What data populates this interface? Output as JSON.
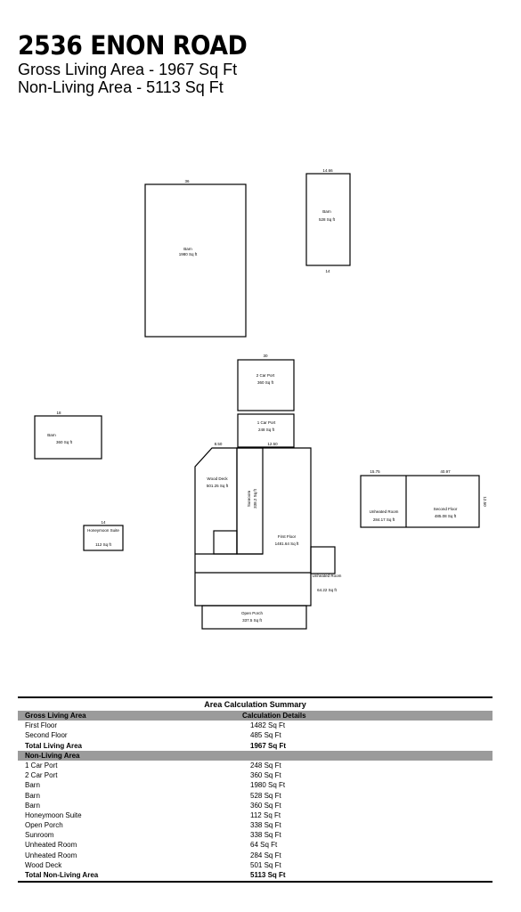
{
  "header": {
    "title": "2536 ENON ROAD",
    "gross_living": "Gross Living Area - 1967 Sq Ft",
    "non_living": "Non-Living Area - 5113 Sq Ft"
  },
  "plan": {
    "barn_large": {
      "name": "Barn",
      "area": "1980 Sq ft",
      "dim_top": "36"
    },
    "barn_right": {
      "name": "Barn",
      "area": "528 Sq ft",
      "dim_top": "14.66",
      "dim_bottom": "14"
    },
    "carport2": {
      "name": "2 Car Port",
      "area": "360 Sq ft",
      "dim_top": "30"
    },
    "carport1": {
      "name": "1 Car Port",
      "area": "248 Sq ft"
    },
    "barn_small": {
      "name": "Barn",
      "area": "360 Sq ft",
      "dim_top": "18"
    },
    "honeymoon": {
      "name": "Honeymoon Suite",
      "area": "112 Sq ft",
      "dim_top": "14"
    },
    "wood_deck": {
      "name": "Wood Deck",
      "area": "501.25 Sq ft"
    },
    "sunroom": {
      "name": "Sunroom",
      "area": "338.2 Sq ft"
    },
    "first_floor": {
      "name": "First Floor",
      "area": "1481.64 Sq ft"
    },
    "unheated_small": {
      "name": "Unheated Room",
      "area": "64.22 Sq ft"
    },
    "open_porch": {
      "name": "Open Porch",
      "area": "337.5 Sq ft"
    },
    "unheated_right": {
      "name": "Unheated Room",
      "area": "284.17 Sq ft"
    },
    "second_floor": {
      "name": "Second Floor",
      "area": "485.08 Sq ft"
    },
    "dims": {
      "deck_top": "8.50",
      "house_top": "12.50",
      "right_top_a": "15.75",
      "right_top_b": "40.97",
      "right_side": "12.50"
    }
  },
  "summary": {
    "title": "Area Calculation Summary",
    "gross_header": "Gross Living Area",
    "calc_header": "Calculation Details",
    "living_rows": [
      {
        "label": "First Floor",
        "value": "1482 Sq Ft"
      },
      {
        "label": "Second Floor",
        "value": "485 Sq Ft"
      }
    ],
    "total_living": {
      "label": "Total Living Area",
      "value": "1967 Sq Ft"
    },
    "non_living_header": "Non-Living Area",
    "non_living_rows": [
      {
        "label": "1 Car Port",
        "value": "248 Sq Ft"
      },
      {
        "label": "2 Car Port",
        "value": "360 Sq Ft"
      },
      {
        "label": "Barn",
        "value": "1980 Sq Ft"
      },
      {
        "label": "Barn",
        "value": "528 Sq Ft"
      },
      {
        "label": "Barn",
        "value": "360 Sq Ft"
      },
      {
        "label": "Honeymoon Suite",
        "value": "112 Sq Ft"
      },
      {
        "label": "Open Porch",
        "value": "338 Sq Ft"
      },
      {
        "label": "Sunroom",
        "value": "338 Sq Ft"
      },
      {
        "label": "Unheated Room",
        "value": "64 Sq Ft"
      },
      {
        "label": "Unheated Room",
        "value": "284 Sq Ft"
      },
      {
        "label": "Wood Deck",
        "value": "501 Sq Ft"
      }
    ],
    "total_non_living": {
      "label": "Total Non-Living Area",
      "value": "5113 Sq Ft"
    }
  }
}
